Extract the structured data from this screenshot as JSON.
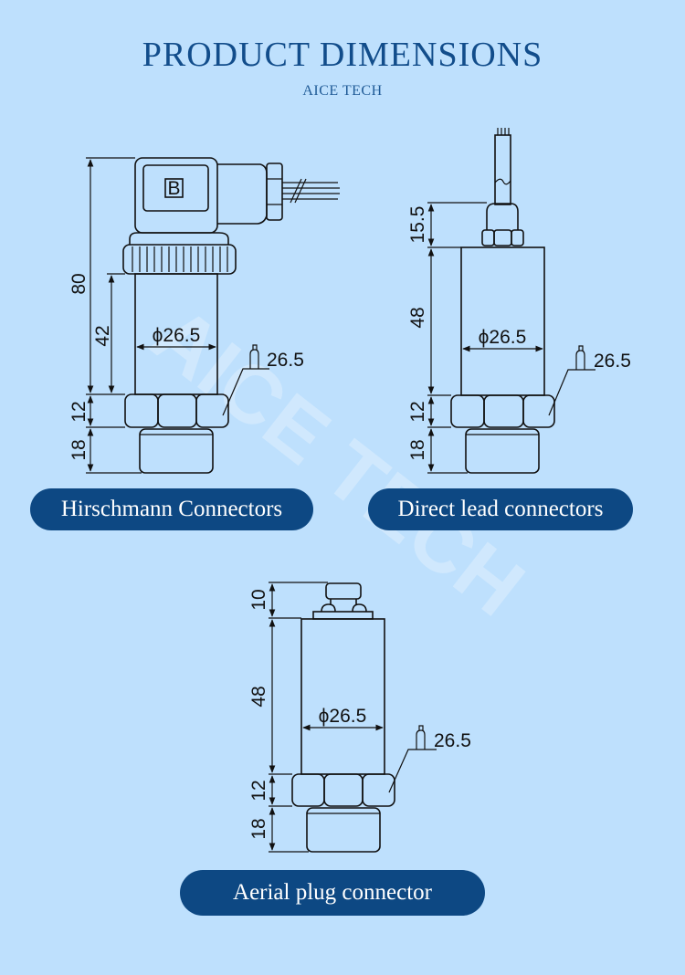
{
  "header": {
    "title": "PRODUCT DIMENSIONS",
    "subtitle": "AICE TECH"
  },
  "watermark": "AICE TECH",
  "colors": {
    "background": "#bee0fd",
    "title": "#124d8b",
    "label_pill": "#0d4883",
    "line": "#111111"
  },
  "drawings": [
    {
      "label": "Hirschmann Connectors",
      "connector_mark": "B",
      "dims": {
        "total": "80",
        "body": "42",
        "hex": "12",
        "thread": "18",
        "diameter": "ϕ26.5",
        "thread_size": "26.5"
      }
    },
    {
      "label": "Direct lead connectors",
      "dims": {
        "top": "15.5",
        "body": "48",
        "hex": "12",
        "thread": "18",
        "diameter": "ϕ26.5",
        "thread_size": "26.5"
      }
    },
    {
      "label": "Aerial plug connector",
      "dims": {
        "top": "10",
        "body": "48",
        "hex": "12",
        "thread": "18",
        "diameter": "ϕ26.5",
        "thread_size": "26.5"
      }
    }
  ]
}
